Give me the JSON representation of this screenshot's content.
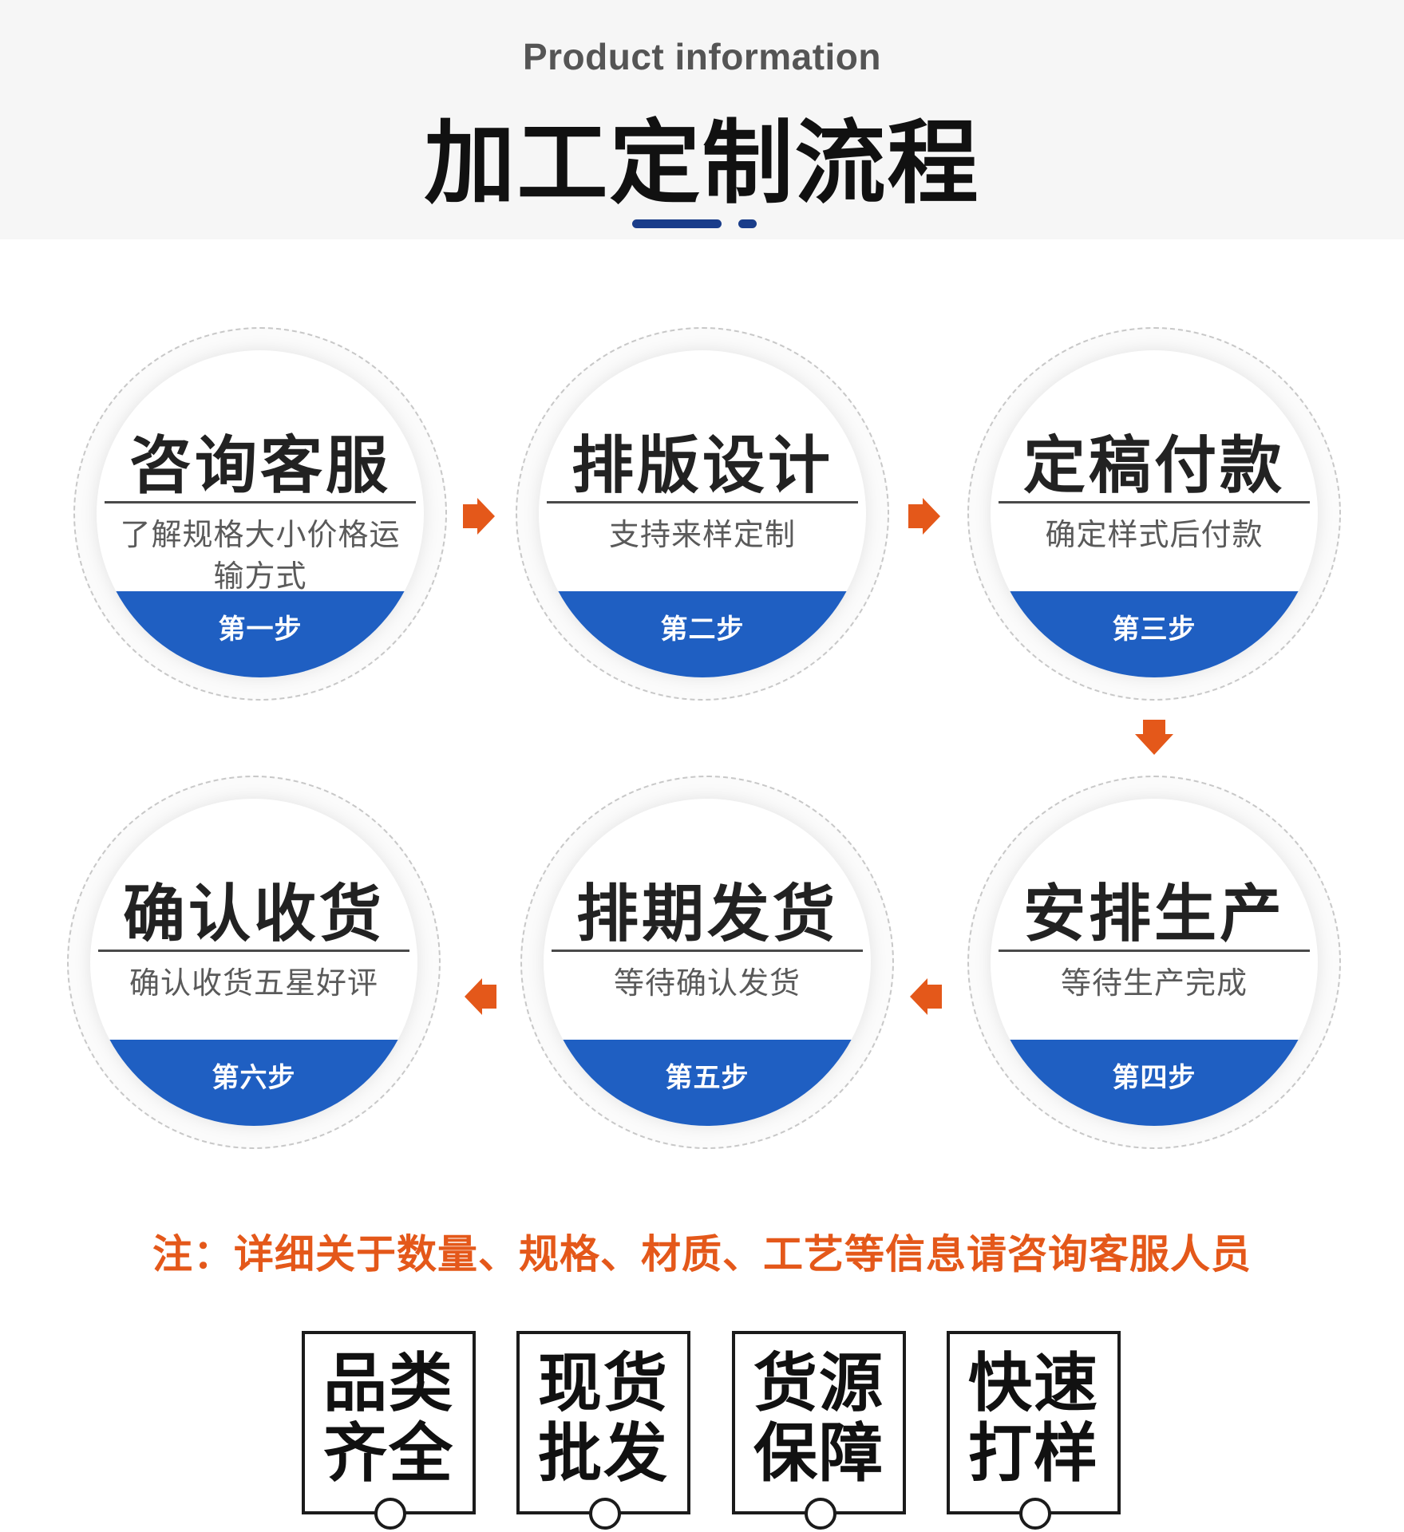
{
  "header": {
    "subtitle": "Product information",
    "title": "加工定制流程"
  },
  "steps": [
    {
      "title": "咨询客服",
      "desc": "了解规格大小价格运输方式",
      "label": "第一步"
    },
    {
      "title": "排版设计",
      "desc": "支持来样定制",
      "label": "第二步"
    },
    {
      "title": "定稿付款",
      "desc": "确定样式后付款",
      "label": "第三步"
    },
    {
      "title": "安排生产",
      "desc": "等待生产完成",
      "label": "第四步"
    },
    {
      "title": "排期发货",
      "desc": "等待确认发货",
      "label": "第五步"
    },
    {
      "title": "确认收货",
      "desc": "确认收货五星好评",
      "label": "第六步"
    }
  ],
  "note": "注：详细关于数量、规格、材质、工艺等信息请咨询客服人员",
  "features": [
    {
      "line1": "品类",
      "line2": "齐全"
    },
    {
      "line1": "现货",
      "line2": "批发"
    },
    {
      "line1": "货源",
      "line2": "保障"
    },
    {
      "line1": "快速",
      "line2": "打样"
    }
  ],
  "colors": {
    "accent_blue": "#1f5fc2",
    "title_bar": "#1a3d8a",
    "arrow_orange": "#e4581a",
    "note_orange": "#e4581a"
  },
  "icons": {
    "flow_arrow": "arrow-icon"
  }
}
